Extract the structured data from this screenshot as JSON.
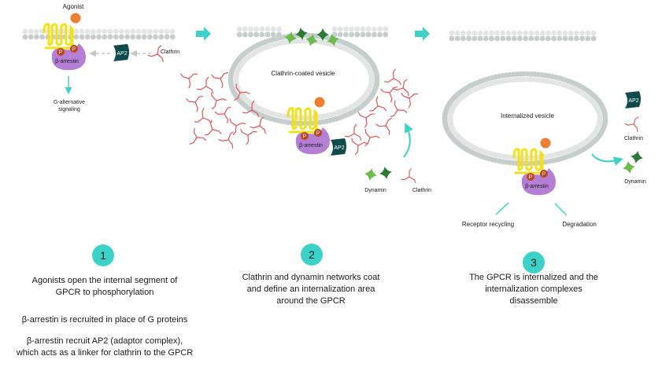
{
  "colors": {
    "accent": "#3dd2c8",
    "receptor": "#f2e11a",
    "agonist": "#ef7d32",
    "arrestin": "#b57fd6",
    "phospho": "#c0451b",
    "ap2": "#0f4a4c",
    "clathrin": "#e0545a",
    "dynamin_light": "#6dbb4b",
    "dynamin_dark": "#2d7a36",
    "membrane_light": "#e3e5e5",
    "membrane_dark": "#c6cdcd"
  },
  "panel1": {
    "agonist_label": "Agonist",
    "p_label": "P",
    "arrestin_label": "β-arrestin",
    "ap2_label": "AP2",
    "clathrin_label": "Clathrin",
    "signaling_line1": "G-alternative",
    "signaling_line2": "signaling",
    "step": "1",
    "text": [
      "Agonists open the internal segment of",
      "GPCR to phosphorylation",
      "β-arrestin is recruited in place of G proteins",
      "β-arrestin recruit AP2 (adaptor complex),",
      "which acts as a linker for clathrin to the GPCR"
    ]
  },
  "panel2": {
    "vesicle_label": "Clathrin-coated vesicle",
    "p_label": "P",
    "arrestin_label": "β-arrestin",
    "ap2_label": "AP2",
    "dynamin_label": "Dynamin",
    "clathrin_label": "Clathrin",
    "step": "2",
    "text": [
      "Clathrin and dynamin networks coat",
      "and define an internalization area",
      "around the GPCR"
    ]
  },
  "panel3": {
    "vesicle_label": "Internalized vesicle",
    "p_label": "P",
    "arrestin_label": "β-arrestin",
    "ap2_label": "AP2",
    "clathrin_label": "Clathrin",
    "dynamin_label": "Dynamin",
    "recycling_label": "Receptor recycling",
    "degradation_label": "Degradation",
    "step": "3",
    "text": [
      "The GPCR is internalized and the",
      "internalization complexes",
      "disassemble"
    ]
  }
}
